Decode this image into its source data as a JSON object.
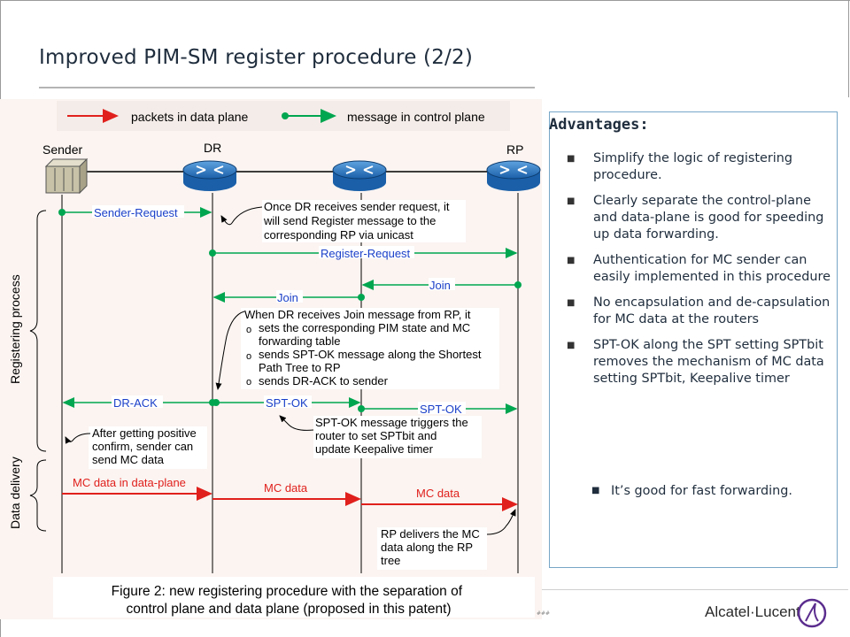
{
  "slide": {
    "title": "Improved PIM-SM register procedure (2/2)",
    "footer_mark": "###"
  },
  "legend": {
    "data_plane": "packets in data plane",
    "control_plane": "message in control plane"
  },
  "nodes": {
    "sender": "Sender",
    "dr": "DR",
    "rp": "RP"
  },
  "phases": {
    "registering": "Registering process",
    "data_delivery": "Data delivery"
  },
  "messages": {
    "sender_request": "Sender-Request",
    "register_request": "Register-Request",
    "join_rp_to_mid": "Join",
    "join_mid_to_dr": "Join",
    "dr_ack": "DR-ACK",
    "spt_ok_1": "SPT-OK",
    "spt_ok_2": "SPT-OK",
    "mc_data_1": "MC data  in data-plane",
    "mc_data_2": "MC data",
    "mc_data_3": "MC data"
  },
  "notes": {
    "register_note": [
      "Once DR receives sender request, it",
      "will send Register message to the",
      "corresponding RP via unicast"
    ],
    "join_note_head": "When DR receives Join message from RP, it",
    "join_note_items": [
      "sets the corresponding PIM state and MC",
      "forwarding table",
      "sends SPT-OK message along the Shortest",
      "Path Tree to RP",
      "sends DR-ACK to sender"
    ],
    "spt_note": [
      "SPT-OK message triggers the",
      "router to set SPTbit and",
      "update Keepalive timer"
    ],
    "confirm_note": [
      "After getting positive",
      "confirm, sender can",
      "send MC data"
    ],
    "rp_note": [
      "RP delivers the MC",
      "data along the RP",
      "tree"
    ]
  },
  "caption": [
    "Figure 2: new registering procedure with the separation of",
    "control plane and data plane (proposed in this patent)"
  ],
  "advantages": {
    "title": "Advantages:",
    "items": [
      "Simplify the logic of registering procedure.",
      "Clearly separate the control-plane and data-plane is good for speeding up data forwarding.",
      "Authentication for MC sender can easily implemented in this procedure",
      "No encapsulation and de-capsulation for MC data at the routers",
      "SPT-OK along the SPT setting SPTbit removes the mechanism of MC data setting SPTbit, Keepalive timer"
    ],
    "sub_item": "It’s good for fast forwarding."
  },
  "brand": {
    "logo_text": "Alcatel·Lucent"
  },
  "colors": {
    "data_plane": "#e0201c",
    "control_plane": "#00a650",
    "message_label": "#1a3fc8",
    "box_border": "#77a6c7",
    "router_blue": "#1a5fa8"
  }
}
